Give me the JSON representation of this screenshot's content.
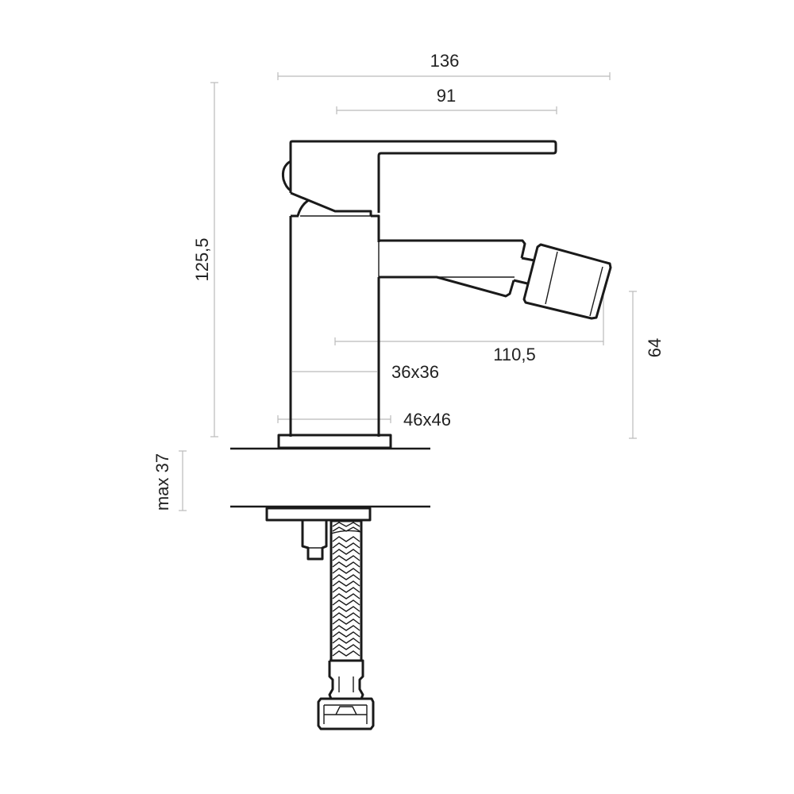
{
  "drawing": {
    "subject": "",
    "line_color": "#1a1a1a",
    "dimension_line_color": "#bbbbbb",
    "dimensions": {
      "overall_width": "136",
      "handle_width": "91",
      "overall_height": "125,5",
      "spout_reach": "110,5",
      "spout_height": "64",
      "body_section": "36x36",
      "base_section": "46x46",
      "max_counter_thickness": "max 37"
    }
  }
}
